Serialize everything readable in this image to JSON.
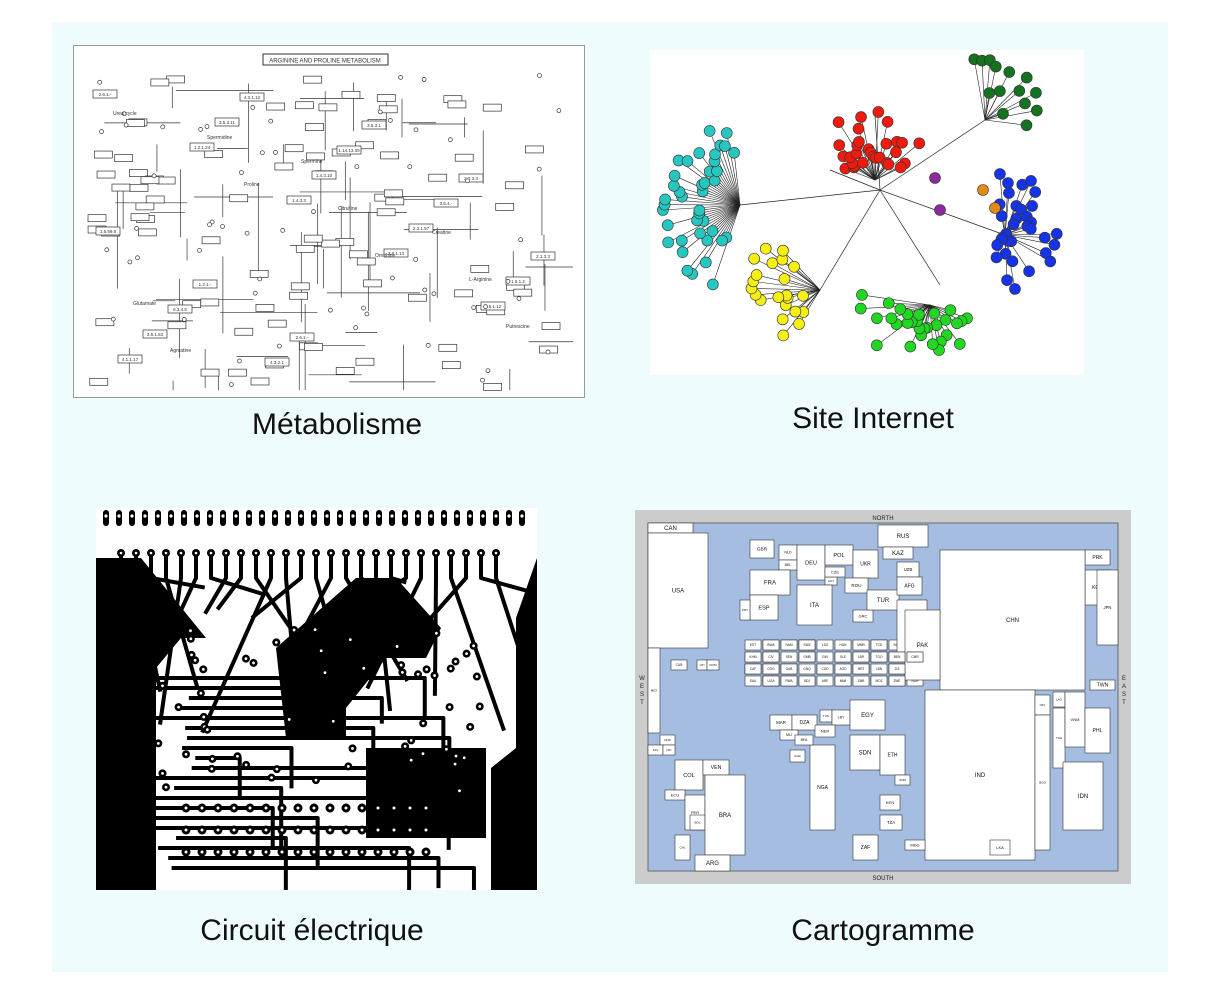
{
  "captions": {
    "metabolism": "Métabolisme",
    "website": "Site Internet",
    "circuit": "Circuit électrique",
    "cartogram": "Cartogramme"
  },
  "metabolism_panel": {
    "title": "ARGININE AND PROLINE METABOLISM",
    "boxes": [
      "2.6.1.-",
      "1.2.1.24",
      "1.4.3.3",
      "2.6.1.13",
      "1.5.1.12",
      "4.1.1.17",
      "3.5.3.11",
      "1.4.3.10",
      "2.3.1.57",
      "1.5.1.2",
      "3.5.1.53",
      "4.3.1.12",
      "1.14.13.39",
      "3.5.4.-",
      "2.1.3.3",
      "6.3.4.5",
      "4.3.2.1",
      "3.5.3.1",
      "2.7.3.3",
      "1.5.99.8",
      "1.2.1.-",
      "2.6.1.-"
    ],
    "labels": [
      "Urea cycle",
      "Proline",
      "Ornithine",
      "Putrescine",
      "Spermidine",
      "Citrulline",
      "L-Arginine",
      "Agmatine",
      "Spermine",
      "Creatine",
      "Glutamate"
    ],
    "colors": {
      "ink": "#333333",
      "paper": "#ffffff"
    }
  },
  "website_panel": {
    "colors": {
      "cyan": "#27c7c1",
      "red": "#f01b0e",
      "green_dark": "#15721f",
      "yellow": "#f6ef16",
      "blue": "#1633e6",
      "green": "#22d722",
      "purple": "#8b2a9c",
      "orange": "#e28a12",
      "edge": "#222222"
    }
  },
  "circuit_panel": {
    "colors": {
      "copper": "#000000",
      "board": "#ffffff"
    }
  },
  "cartogram_panel": {
    "frame": {
      "north": "NORTH",
      "south": "SOUTH",
      "west": "WEST",
      "east": "EAST"
    },
    "colors": {
      "sea": "#a4bde0",
      "land": "#ffffff",
      "frame": "#cccccc"
    },
    "countries": [
      "CAN",
      "USA",
      "MEX",
      "GTM",
      "HND",
      "SLV",
      "NIC",
      "CUB",
      "HTI",
      "DOM",
      "JAM",
      "TTO",
      "COL",
      "VEN",
      "ECU",
      "PER",
      "BOL",
      "BRA",
      "CHL",
      "ARG",
      "PRY",
      "URY",
      "ISL",
      "GBR",
      "IRL",
      "NLD",
      "BEL",
      "DEU",
      "DNK",
      "POL",
      "FRA",
      "CHE",
      "AUT",
      "CZE",
      "ITA",
      "ESP",
      "PRT",
      "SWE",
      "FIN",
      "NOR",
      "EST",
      "LVA",
      "LTU",
      "BLR",
      "UKR",
      "HUN",
      "ROU",
      "SVK",
      "SCG",
      "BGR",
      "GRC",
      "ALB",
      "TUR",
      "MDA",
      "RUS",
      "KAZ",
      "GEO",
      "ARM",
      "AZE",
      "UZB",
      "TKM",
      "KGZ",
      "TJK",
      "AFG",
      "IRN",
      "IRQ",
      "SYR",
      "LBN",
      "ISR",
      "JOR",
      "SAU",
      "YEM",
      "OMN",
      "KWT",
      "ARE",
      "MNG",
      "PRK",
      "KOR",
      "JPN",
      "CHN",
      "PAK",
      "IND",
      "NPL",
      "BTN",
      "BGD",
      "LKA",
      "MMR",
      "THA",
      "LAO",
      "VNM",
      "KHM",
      "PHL",
      "TWN",
      "MYS",
      "IDN",
      "SGP",
      "TLS",
      "PNG",
      "AUS",
      "NZL",
      "MAR",
      "DZA",
      "TUN",
      "LBY",
      "EGY",
      "SDN",
      "ERI",
      "ETH",
      "DJI",
      "SOM",
      "KEN",
      "UGA",
      "RWA",
      "BDI",
      "TZA",
      "MWI",
      "ZMB",
      "MOZ",
      "ZWE",
      "MDG",
      "ZAF",
      "BWA",
      "NAM",
      "SWZ",
      "LSO",
      "NGA",
      "NER",
      "TCD",
      "MLI",
      "BFA",
      "GHA",
      "CIV",
      "SEN",
      "GMB",
      "GIN",
      "SLE",
      "LBR",
      "TGO",
      "BEN",
      "CMR",
      "CAF",
      "COG",
      "GAB",
      "GNQ",
      "COD",
      "AGO",
      "MRT"
    ]
  }
}
